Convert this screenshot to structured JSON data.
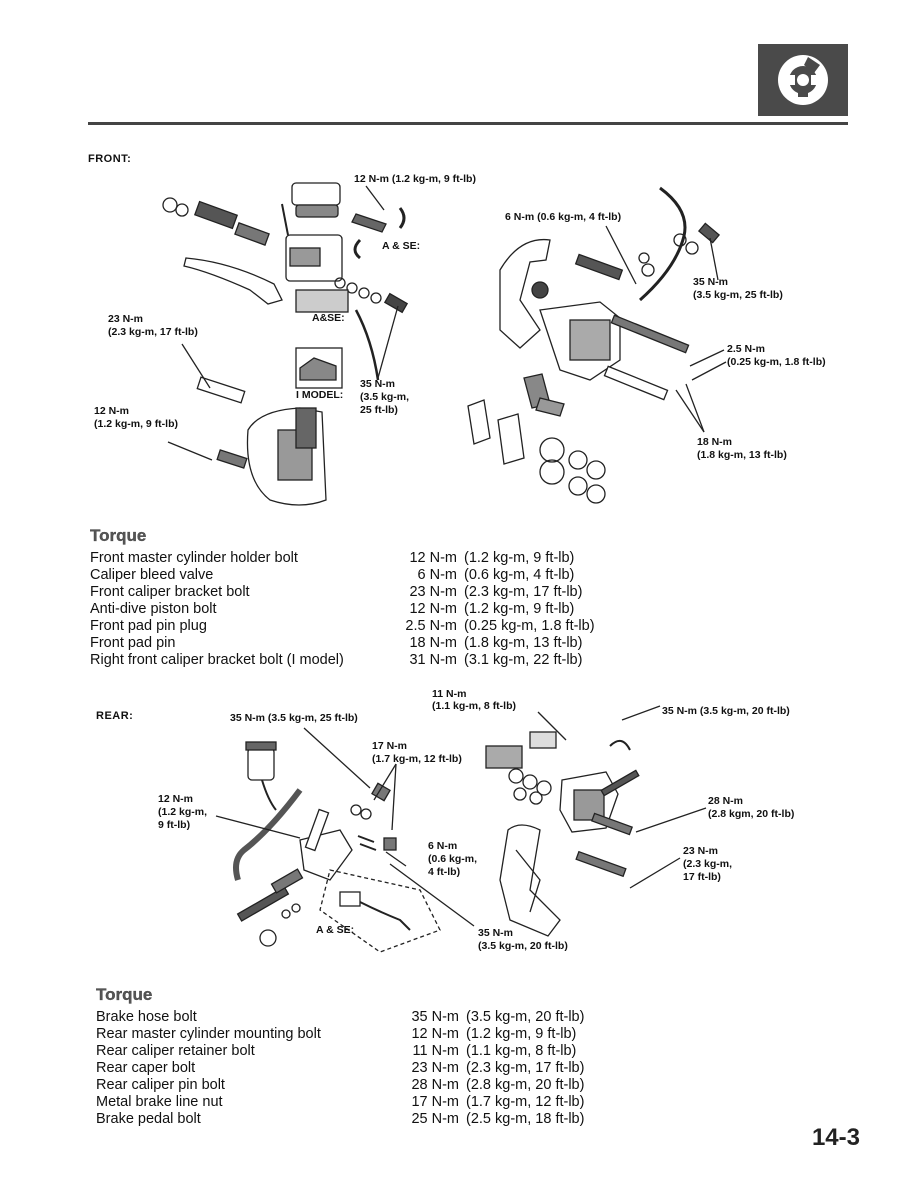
{
  "page": {
    "number": "14-3",
    "section_icon": "brake-disc-icon"
  },
  "front": {
    "label": "FRONT:",
    "callouts": {
      "holder_bolt": "12 N-m (1.2 kg-m, 9 ft-lb)",
      "bleed_valve": "6 N-m (0.6 kg-m, 4 ft-lb)",
      "hose_bolt_right_1": "35 N-m",
      "hose_bolt_right_2": "(3.5 kg-m, 25 ft-lb)",
      "pin_plug_1": "2.5 N-m",
      "pin_plug_2": "(0.25 kg-m, 1.8 ft-lb)",
      "pad_pin_1": "18 N-m",
      "pad_pin_2": "(1.8 kg-m, 13 ft-lb)",
      "bracket_1": "23 N-m",
      "bracket_2": "(2.3 kg-m, 17 ft-lb)",
      "antidive_1": "12 N-m",
      "antidive_2": "(1.2 kg-m, 9 ft-lb)",
      "hose_bolt_left_1": "35 N-m",
      "hose_bolt_left_2": "(3.5 kg-m,",
      "hose_bolt_left_3": "25 ft-lb)",
      "ase_1": "A & SE:",
      "ase_2": "A&SE:",
      "imodel": "I MODEL:"
    },
    "torque": {
      "title": "Torque",
      "rows": [
        {
          "item": "Front master cylinder holder bolt",
          "nm": "12 N-m",
          "detail": "(1.2 kg-m, 9 ft-lb)"
        },
        {
          "item": "Caliper bleed valve",
          "nm": "6 N-m",
          "detail": "(0.6 kg-m, 4 ft-lb)"
        },
        {
          "item": "Front caliper bracket bolt",
          "nm": "23 N-m",
          "detail": "(2.3 kg-m, 17 ft-lb)"
        },
        {
          "item": "Anti-dive piston bolt",
          "nm": "12 N-m",
          "detail": "(1.2 kg-m, 9 ft-lb)"
        },
        {
          "item": "Front pad pin plug",
          "nm": "2.5 N-m",
          "detail": "(0.25 kg-m, 1.8 ft-lb)"
        },
        {
          "item": "Front pad pin",
          "nm": "18 N-m",
          "detail": "(1.8 kg-m, 13 ft-lb)"
        },
        {
          "item": "Right front caliper bracket bolt (I model)",
          "nm": "31 N-m",
          "detail": "(3.1 kg-m, 22 ft-lb)"
        }
      ]
    }
  },
  "rear": {
    "label": "REAR:",
    "callouts": {
      "hose_bolt_top": "35 N-m (3.5 kg-m, 25 ft-lb)",
      "retainer_1": "11 N-m",
      "retainer_2": "(1.1 kg-m, 8 ft-lb)",
      "hose_bolt_right": "35 N-m (3.5 kg-m, 20 ft-lb)",
      "brake_line_1": "17 N-m",
      "brake_line_2": "(1.7 kg-m, 12 ft-lb)",
      "mc_mount_1": "12 N-m",
      "mc_mount_2": "(1.2 kg-m,",
      "mc_mount_3": "9 ft-lb)",
      "pin_bolt_1": "28 N-m",
      "pin_bolt_2": "(2.8 kgm, 20 ft-lb)",
      "bleed_1": "6 N-m",
      "bleed_2": "(0.6 kg-m,",
      "bleed_3": "4 ft-lb)",
      "caper_1": "23 N-m",
      "caper_2": "(2.3 kg-m,",
      "caper_3": "17 ft-lb)",
      "hose_bottom_1": "35 N-m",
      "hose_bottom_2": "(3.5 kg-m, 20 ft-lb)",
      "ase": "A & SE:"
    },
    "torque": {
      "title": "Torque",
      "rows": [
        {
          "item": "Brake hose bolt",
          "nm": "35 N-m",
          "detail": "(3.5 kg-m, 20 ft-lb)"
        },
        {
          "item": "Rear master cylinder mounting bolt",
          "nm": "12 N-m",
          "detail": "(1.2 kg-m, 9 ft-lb)"
        },
        {
          "item": "Rear caliper retainer bolt",
          "nm": "11 N-m",
          "detail": "(1.1 kg-m, 8 ft-lb)"
        },
        {
          "item": "Rear caper bolt",
          "nm": "23 N-m",
          "detail": "(2.3 kg-m, 17 ft-lb)"
        },
        {
          "item": "Rear caliper pin bolt",
          "nm": "28 N-m",
          "detail": "(2.8 kg-m, 20 ft-lb)"
        },
        {
          "item": "Metal brake line nut",
          "nm": "17 N-m",
          "detail": "(1.7 kg-m, 12 ft-lb)"
        },
        {
          "item": "Brake pedal bolt",
          "nm": "25 N-m",
          "detail": "(2.5 kg-m, 18 ft-lb)"
        }
      ]
    }
  }
}
